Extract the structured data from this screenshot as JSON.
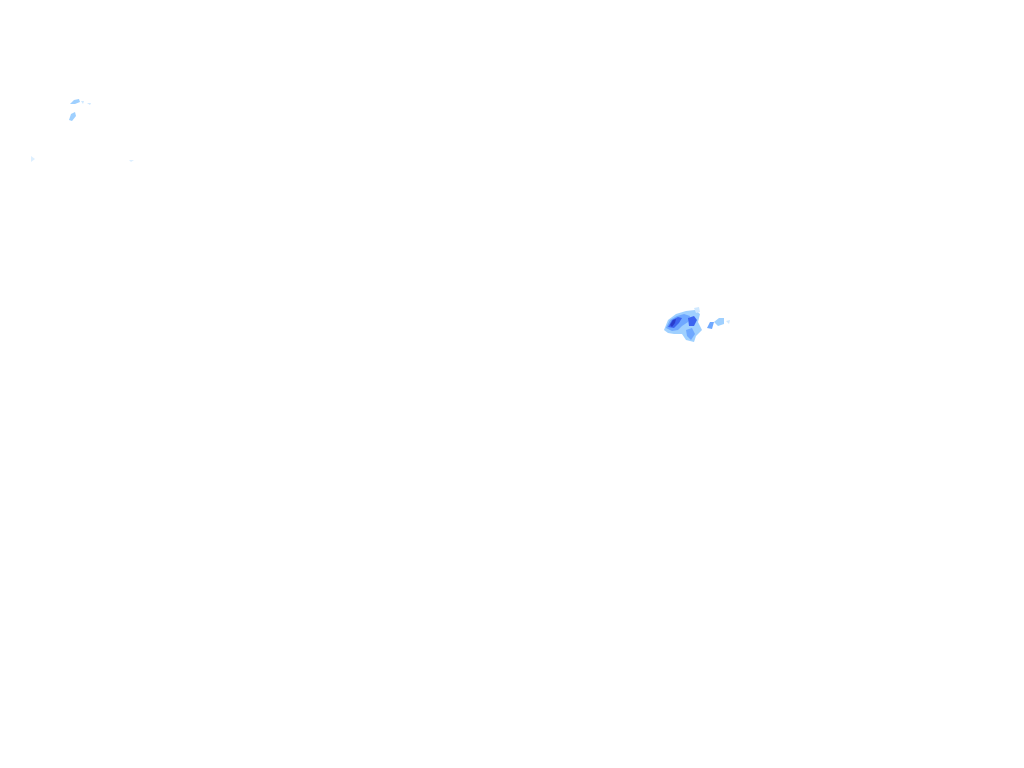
{
  "map": {
    "type": "radar-precipitation-overlay",
    "background_color": "#ffffff",
    "echo_palette": {
      "light": "#cfe8ff",
      "light_medium": "#9fd0ff",
      "medium": "#6fa8ff",
      "strong": "#3c64f0",
      "very_strong": "#2a3ccc"
    },
    "echo_clusters": [
      "echo-cluster-northwest",
      "echo-cluster-west-edge",
      "echo-cluster-east"
    ]
  }
}
